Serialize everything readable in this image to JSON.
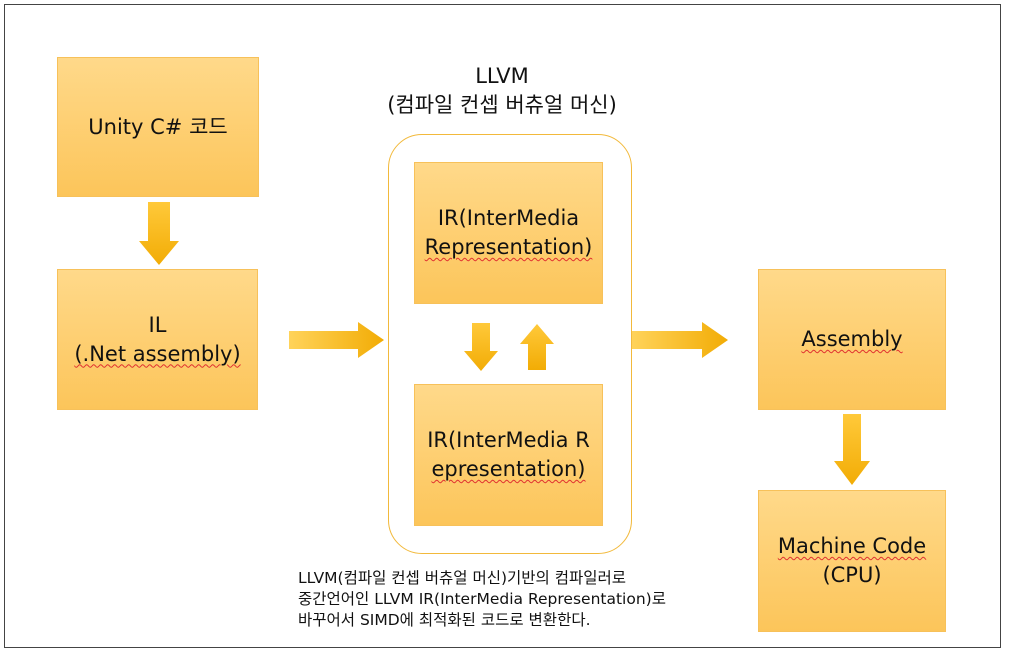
{
  "diagram": {
    "nodes": {
      "unity_code": {
        "lines": [
          "Unity C# 코드"
        ]
      },
      "il": {
        "lines": [
          "IL",
          "(.Net assembly)"
        ]
      },
      "ir_top": {
        "lines": [
          "IR(InterMedia",
          "Representation)"
        ]
      },
      "ir_bottom": {
        "lines": [
          "IR(InterMedia R",
          "epresentation)"
        ]
      },
      "assembly": {
        "lines": [
          "Assembly"
        ]
      },
      "machine_code": {
        "lines": [
          "Machine Code",
          "(CPU)"
        ]
      }
    },
    "llvm_group": {
      "title_lines": [
        "LLVM",
        "(컴파일 컨셉 버츄얼 머신)"
      ]
    },
    "caption": {
      "lines": [
        "LLVM(컴파일 컨셉 버츄얼 머신)기반의 컴파일러로",
        "중간언어인 LLVM IR(InterMedia Representation)로",
        "바꾸어서 SIMD에 최적화된 코드로 변환한다."
      ]
    },
    "colors": {
      "box_fill": "#fcc55a",
      "box_fill_light": "#ffd98a",
      "arrow": "#f5b50f",
      "container_border": "#f2b93b"
    }
  }
}
